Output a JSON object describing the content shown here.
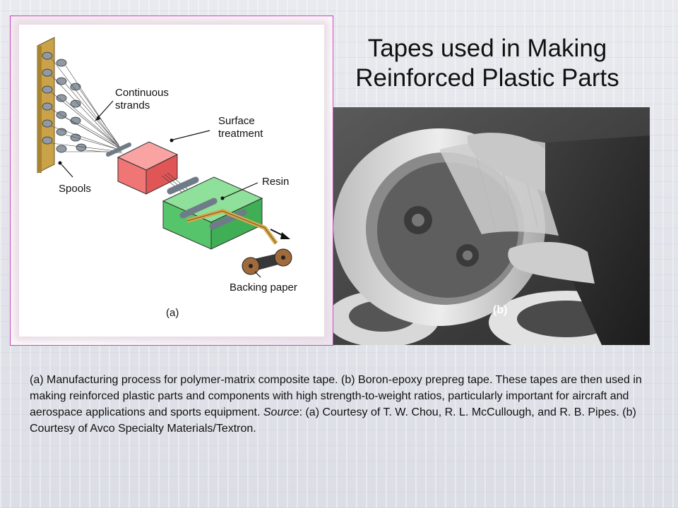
{
  "slide": {
    "title_line1": "Tapes used in Making",
    "title_line2": "Reinforced Plastic Parts"
  },
  "figure_a": {
    "label_continuous_1": "Continuous",
    "label_continuous_2": "strands",
    "label_surface_1": "Surface",
    "label_surface_2": "treatment",
    "label_resin": "Resin",
    "label_spools": "Spools",
    "label_backing": "Backing paper",
    "panel_label": "(a)"
  },
  "figure_b": {
    "panel_label": "(b)"
  },
  "caption": {
    "part1": "(a)  Manufacturing process for polymer-matrix composite tape.  (b)  Boron-epoxy prepreg tape.  These tapes are then used in making reinforced plastic parts and components with high strength-to-weight ratios, particularly important for aircraft and aerospace applications and sports equipment.  ",
    "source_word": "Source",
    "part2": ":  (a)  Courtesy of T. W. Chou, R. L. McCullough, and R. B. Pipes. (b)  Courtesy of Avco Specialty Materials/Textron."
  },
  "colors": {
    "border": "#c63fbf",
    "treatment_box": "#f07575",
    "resin_box": "#55c46a",
    "spool_board": "#c9a24a",
    "tape": "#d6a84e"
  }
}
